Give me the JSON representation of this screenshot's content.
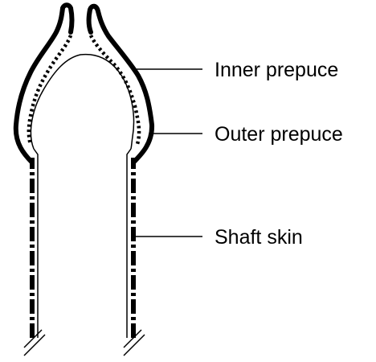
{
  "diagram": {
    "labels": {
      "inner_prepuce": "Inner prepuce",
      "outer_prepuce": "Outer prepuce",
      "shaft_skin": "Shaft skin"
    },
    "colors": {
      "line": "#000000",
      "background": "#ffffff"
    }
  }
}
